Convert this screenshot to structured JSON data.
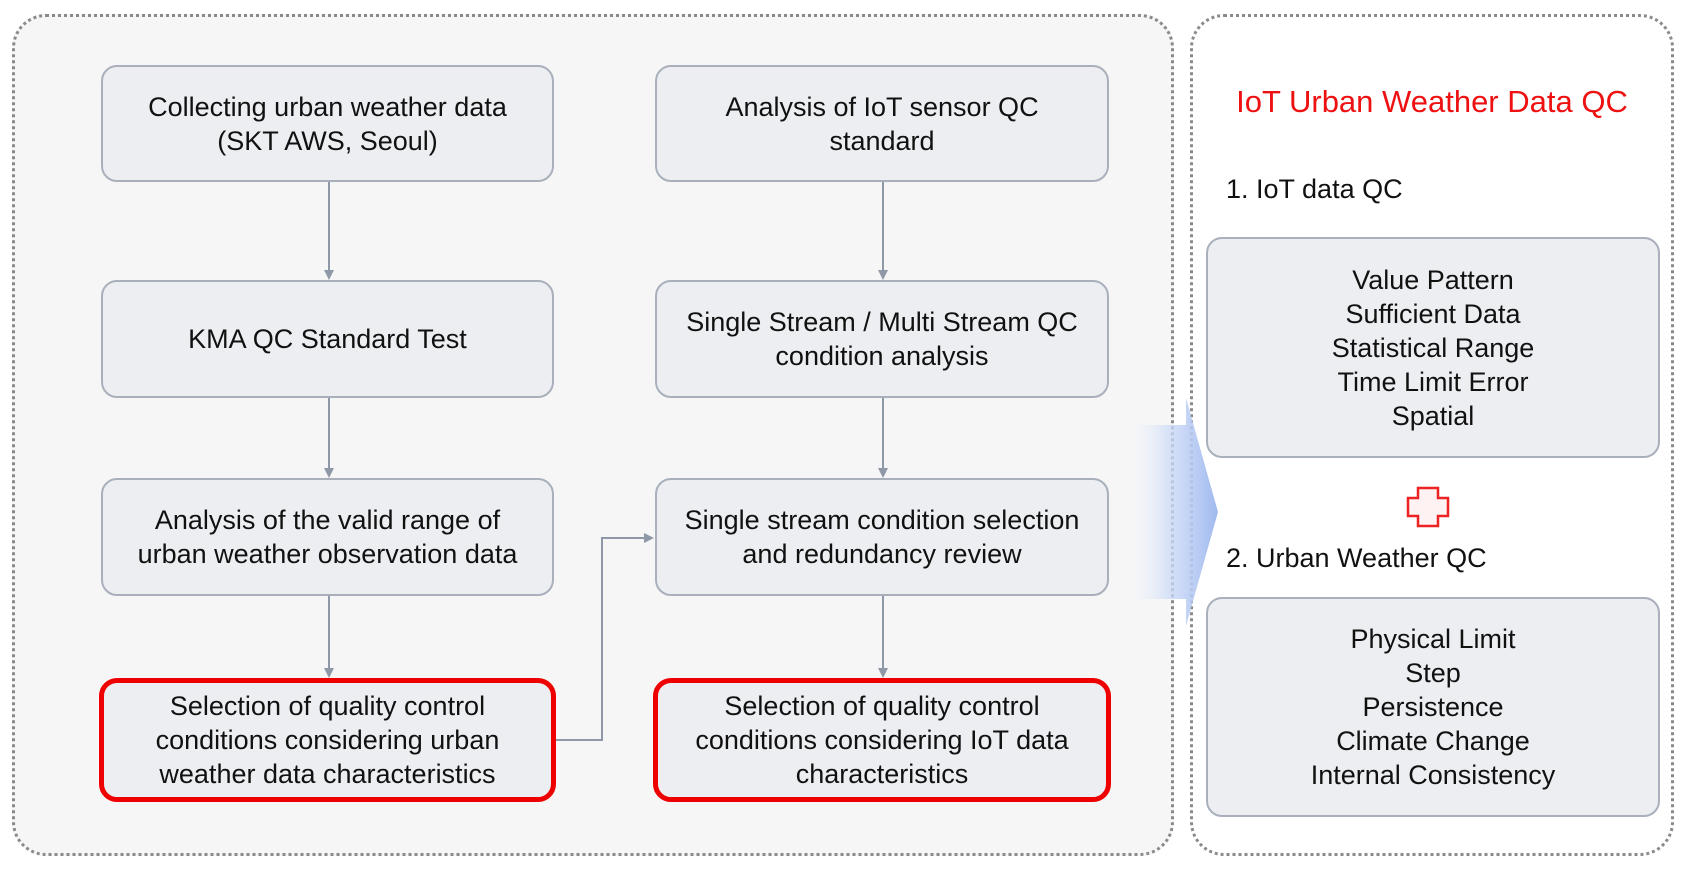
{
  "left_flow": {
    "col1": [
      {
        "lines": [
          "Collecting urban weather data",
          "(SKT AWS, Seoul)"
        ]
      },
      {
        "lines": [
          "KMA QC Standard Test"
        ]
      },
      {
        "lines": [
          "Analysis of the valid range of",
          "urban weather observation data"
        ]
      },
      {
        "lines": [
          "Selection of quality control",
          "conditions considering urban",
          "weather data characteristics"
        ]
      }
    ],
    "col2": [
      {
        "lines": [
          "Analysis of IoT sensor QC",
          "standard"
        ]
      },
      {
        "lines": [
          "Single Stream / Multi Stream QC",
          "condition analysis"
        ]
      },
      {
        "lines": [
          "Single stream condition selection",
          "and redundancy review"
        ]
      },
      {
        "lines": [
          "Selection of quality control",
          "conditions considering IoT data",
          "characteristics"
        ]
      }
    ]
  },
  "right_panel": {
    "title": "IoT Urban Weather Data QC",
    "section1_label": "1. IoT data QC",
    "section1_items": [
      "Value Pattern",
      "Sufficient Data",
      "Statistical Range",
      "Time Limit Error",
      "Spatial"
    ],
    "section2_label": "2. Urban Weather QC",
    "section2_items": [
      "Physical Limit",
      "Step",
      "Persistence",
      "Climate Change",
      "Internal Consistency"
    ]
  },
  "colors": {
    "title": "#ee1111",
    "highlight_border": "#ee0000",
    "box_fill": "#eceef1",
    "arrow": "#8f98a6",
    "big_arrow": "#a9c1ef",
    "plus": "#ee2222"
  }
}
